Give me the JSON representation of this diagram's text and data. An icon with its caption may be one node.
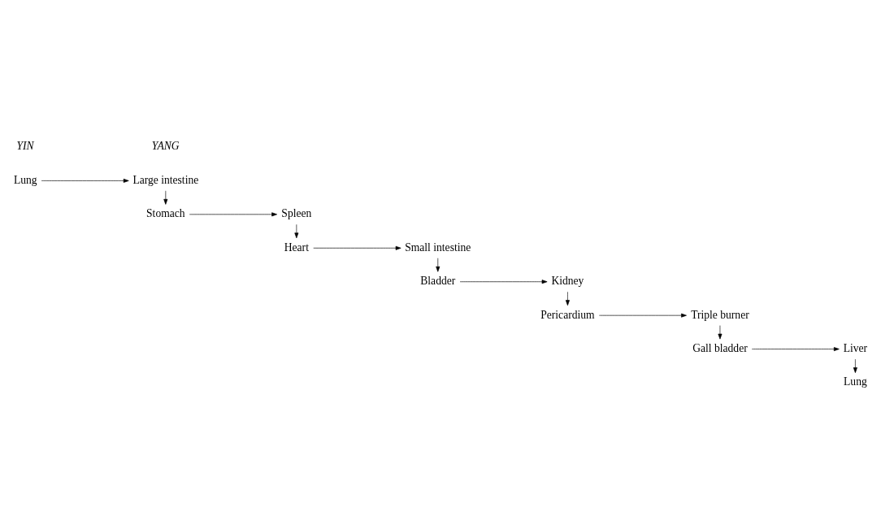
{
  "diagram": {
    "nodes": [
      {
        "text": [
          "Lung"
        ]
      },
      {
        "text": [
          "Large intestine"
        ]
      },
      {
        "text": [
          "Spleen"
        ]
      },
      {
        "text": [
          "Stomach"
        ]
      },
      {
        "text": [
          "Heart"
        ]
      },
      {
        "text": [
          "Small intestine"
        ]
      },
      {
        "text": [
          "Kidney"
        ]
      },
      {
        "text": [
          "Bladder"
        ]
      },
      {
        "text": [
          "Pericardium"
        ]
      },
      {
        "text": [
          "Triple burner"
        ]
      },
      {
        "text": [
          "Liver"
        ]
      },
      {
        "text": [
          "Gall bladder"
        ]
      },
      {
        "text": [
          "Lung"
        ]
      }
    ],
    "edges": [
      {
        "from": 0,
        "to": 1,
        "arrow": "to"
      },
      {
        "from": 1,
        "to": 3,
        "arrow": "to"
      },
      {
        "from": 3,
        "to": 2,
        "arrow": "to"
      },
      {
        "from": 2,
        "to": 4,
        "arrow": "to"
      },
      {
        "from": 4,
        "to": 5,
        "arrow": "to"
      },
      {
        "from": 5,
        "to": 7,
        "arrow": "to"
      },
      {
        "from": 7,
        "to": 6,
        "arrow": "to"
      },
      {
        "from": 6,
        "to": 8,
        "arrow": "to"
      },
      {
        "from": 8,
        "to": 9,
        "arrow": "to"
      },
      {
        "from": 9,
        "to": 11,
        "arrow": "to"
      },
      {
        "from": 11,
        "to": 10,
        "arrow": "to"
      },
      {
        "from": 10,
        "to": 12,
        "arrow": "to"
      }
    ],
    "labels": [
      "YIN",
      "YANG"
    ]
  }
}
